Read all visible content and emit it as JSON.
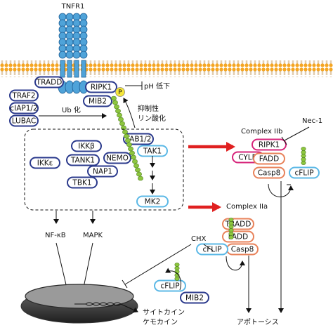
{
  "labels": {
    "tnfr1": "TNFR1",
    "ph_low": "pH 低下",
    "ub": "Ub 化",
    "inhibitory": "抑制性",
    "phospho": "リン酸化",
    "p": "P",
    "complex_iib": "Complex IIb",
    "complex_iia": "Complex IIa",
    "nec1": "Nec-1",
    "chx": "CHX",
    "nfkb": "NF-κB",
    "mapk": "MAPK",
    "cytokine": "サイトカイン",
    "chemokine": "ケモカイン",
    "apoptosis": "アポトーシス"
  },
  "proteins": {
    "tradd": "TRADD",
    "traf2": "TRAF2",
    "ciap": "cIAP1/2",
    "lubac": "LUBAC",
    "ripk1": "RIPK1",
    "mib2": "MIB2",
    "ikkb": "IKKβ",
    "ikke": "IKKε",
    "tank1": "TANK1",
    "nemo": "NEMO",
    "nap1": "NAP1",
    "tbk1": "TBK1",
    "tab12": "TAB1/2",
    "tak1": "TAK1",
    "mk2": "MK2",
    "cyld": "CYLD",
    "iib_ripk1": "RIPK1",
    "iib_fadd": "FADD",
    "iib_casp8": "Casp8",
    "iib_cflip": "cFLIP",
    "iia_tradd": "TRADD",
    "iia_fadd": "FADD",
    "iia_casp8": "Casp8",
    "iia_cflip": "cFLIP",
    "nuc_cflip": "cFLIP",
    "nuc_mib2": "MIB2"
  },
  "colors": {
    "membrane": "#f5a623",
    "receptor": "#4fa3d9",
    "pill_blue_border": "#2b3a8c",
    "pill_light_border": "#5bb8e6",
    "pill_orange_border": "#e8825a",
    "pill_pink_border": "#d6237a",
    "ubiquitin": "#8dc63f",
    "red_arrow": "#e02020"
  }
}
